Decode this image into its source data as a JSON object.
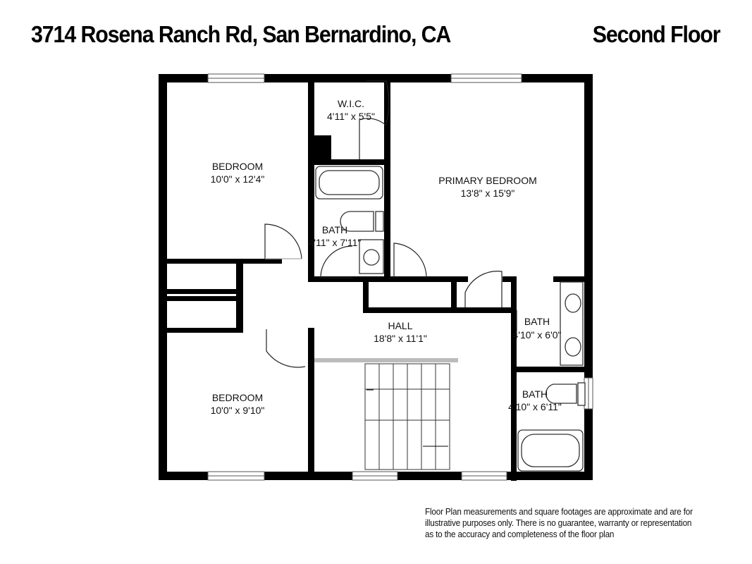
{
  "header": {
    "address": "3714 Rosena Ranch Rd, San Bernardino, CA",
    "floor": "Second Floor"
  },
  "rooms": {
    "bedroom_top": {
      "name": "BEDROOM",
      "dims": "10'0\" x 12'4\""
    },
    "wic": {
      "name": "W.I.C.",
      "dims": "4'11\" x 5'5\""
    },
    "primary_bedroom": {
      "name": "PRIMARY BEDROOM",
      "dims": "13'8\" x 15'9\""
    },
    "bath_center": {
      "name": "BATH",
      "dims": "4'11\" x 7'11\""
    },
    "hall": {
      "name": "HALL",
      "dims": "18'8\" x 11'1\""
    },
    "bath_primary": {
      "name": "BATH",
      "dims": "4'10\" x 6'0\""
    },
    "bath_small": {
      "name": "BATH",
      "dims": "4'10\" x 6'11\""
    },
    "bedroom_bottom": {
      "name": "BEDROOM",
      "dims": "10'0\" x 9'10\""
    }
  },
  "disclaimer": {
    "line1": "Floor Plan measurements and square footages are approximate and are for",
    "line2": "illustrative purposes only. There is no guarantee, warranty or representation",
    "line3": "as to the accuracy and completeness of the floor plan"
  }
}
